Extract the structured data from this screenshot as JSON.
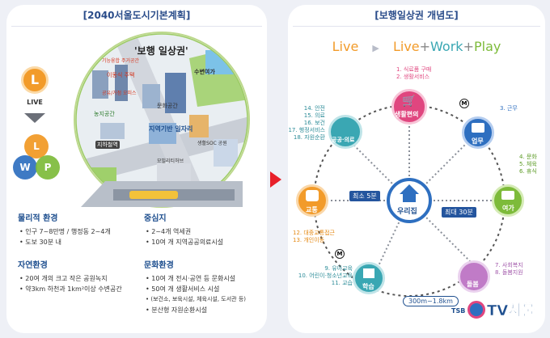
{
  "left": {
    "title": "[2040서울도시기본계획]",
    "live_label": "LIVE",
    "circle_letters": {
      "l_top": "L",
      "l": "L",
      "w": "W",
      "p": "P"
    },
    "map_title": "'보행 일상권'",
    "map_labels": [
      "기능융합 주거공간",
      "이동식 주택",
      "공유/거점 오피스",
      "수변여가",
      "농지공간",
      "문화공간",
      "지하철역",
      "지역기반 일자리",
      "생활SOC 공원",
      "모빌리티허브"
    ],
    "sections": [
      {
        "heading": "물리적 환경",
        "items": [
          "인구 7~8만명 / 행정동 2~4개",
          "도보 30분 내"
        ]
      },
      {
        "heading": "중심지",
        "items": [
          "2~4개 역세권",
          "10여 개 지역공공의료시설"
        ]
      },
      {
        "heading": "자연환경",
        "items": [
          "20여 개의 크고 작은 공원녹지",
          "약3km 하천과 1km²이상 수변공간"
        ]
      },
      {
        "heading": "문화환경",
        "items": [
          "10여 개 전시·공연 등 문화시설",
          "50여 개 생활서비스 시설",
          "(보건소, 보육시설, 체육시설, 도서관 등)",
          "분산형 자원순환시설"
        ]
      }
    ]
  },
  "right": {
    "title": "[보행일상권 개념도]",
    "tagline": {
      "live": "Live",
      "live2": "Live",
      "plus1": "+",
      "work": "Work",
      "plus2": "+",
      "play": "Play"
    },
    "nodes": {
      "center": "우리집",
      "top": "생활편의",
      "top_right": "업무",
      "right": "여가",
      "bottom_right": "돌봄",
      "bottom": "학습",
      "left": "교통",
      "top_left": "공공·의료"
    },
    "node_notes": {
      "top": [
        "1. 식료품 구매",
        "2. 생활서비스"
      ],
      "top_right": [
        "3. 근무"
      ],
      "right": [
        "4. 문화",
        "5. 체육",
        "6. 휴식"
      ],
      "bottom_right": [
        "7. 사회복지",
        "8. 돌봄지원"
      ],
      "bottom": [
        "9. 유아교육",
        "10. 어린이·청소년교육",
        "11. 교습"
      ],
      "left": [
        "12. 대중교통접근",
        "13. 개인이동"
      ],
      "top_left": [
        "14. 안전",
        "15. 의료",
        "16. 보건",
        "17. 행정서비스",
        "18. 자원순환"
      ]
    },
    "min_label": "최소 5분",
    "max_label": "최대 30분",
    "distance": "300m~1.8km",
    "metro": "M",
    "watermark": "TV서울",
    "watermark_small": "TSB"
  },
  "colors": {
    "orange": "#f29b2a",
    "green": "#7dbb3a",
    "blue": "#2e6fc0",
    "pink": "#e0467f",
    "teal": "#3aa7b3",
    "navy": "#1e4f8f"
  }
}
